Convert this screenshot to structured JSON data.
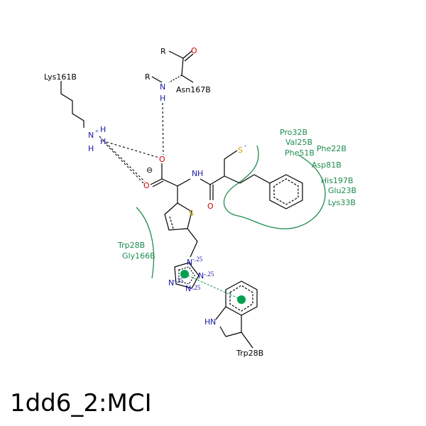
{
  "title": "1dd6_2:MCI",
  "atoms": {
    "R1": "R",
    "O1": "O",
    "R2": "R",
    "N1": "N",
    "H1": "H",
    "N2": "N",
    "H2": "H",
    "H3": "H",
    "H4": "H",
    "O2": "O",
    "O3": "O",
    "N3": "N",
    "H5": "H",
    "O4": "O",
    "S1": "S",
    "S2": "S",
    "N4": "N",
    "N5": "N",
    "N6": "N",
    "N7": "N",
    "N8": "N",
    "H6": "H",
    "minus_S": "-",
    "plus_N": "+",
    "minus_circle": "⊖"
  },
  "charges": {
    "c1": "-.25",
    "c2": "-.25",
    "c3": "-.25",
    "c4": "-.25"
  },
  "residues": {
    "lys161b": "Lys161B",
    "asn167b": "Asn167B",
    "pro32b": "Pro32B",
    "val25b": "Val25B",
    "phe51b": "Phe51B",
    "phe22b": "Phe22B",
    "asp81b": "Asp81B",
    "his197b": "His197B",
    "glu23b": "Glu23B",
    "lys33b": "Lys33B",
    "trp28b_top": "Trp28B",
    "gly166b": "Gly166B",
    "trp28b_bottom": "Trp28B"
  },
  "colors": {
    "residue": "#1f8c4e",
    "nitrogen": "#1a1aa6",
    "oxygen": "#d40000",
    "sulfur": "#c9a400",
    "pi_center": "#00a050"
  }
}
